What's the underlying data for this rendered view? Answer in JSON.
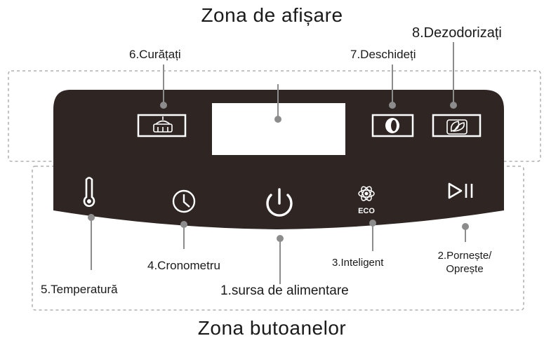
{
  "headings": {
    "display_zone": "Zona de afișare",
    "buttons_zone": "Zona butoanelor"
  },
  "labels": {
    "power": "1.sursa de alimentare",
    "start_stop_line1": "2.Pornește/",
    "start_stop_line2": "Oprește",
    "smart": "3.Inteligent",
    "timer": "4.Cronometru",
    "temperature": "5.Temperatură",
    "clean": "6.Curățați",
    "open": "7.Deschideți",
    "deodorize": "8.Dezodorizați"
  },
  "eco_text": "ECO",
  "colors": {
    "panel": "#2f2624",
    "leader": "#8c8c8c",
    "zone_border": "#a0a0a0",
    "text": "#1a1a1a",
    "icon_on_panel": "#ffffff"
  }
}
